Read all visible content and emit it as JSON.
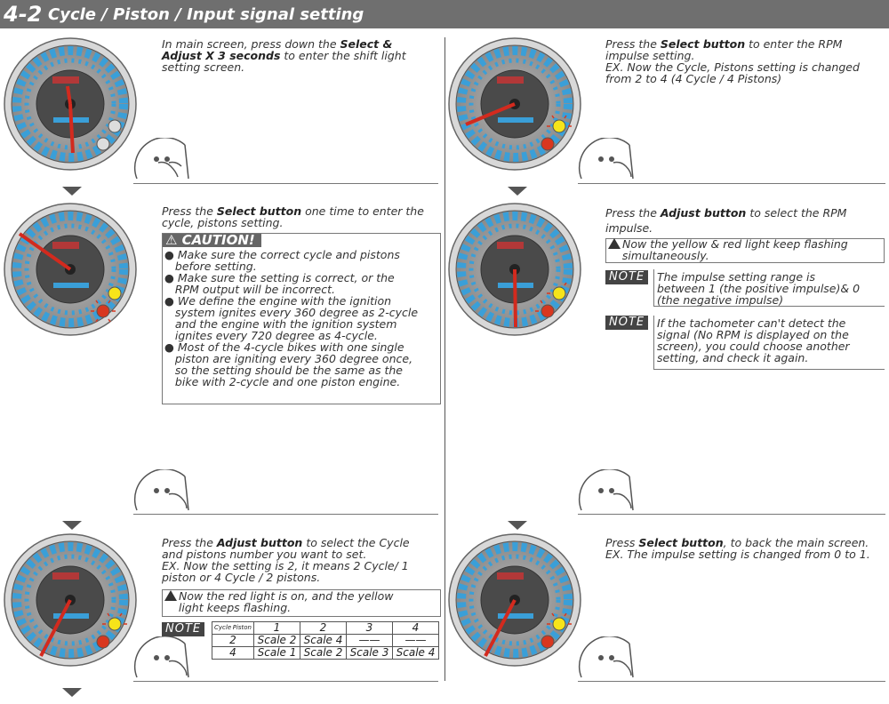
{
  "header": {
    "section_number": "4-2",
    "title": "Cycle / Piston / Input signal setting"
  },
  "step1": {
    "t1": "In main screen, press down the ",
    "b1": "Select &",
    "b2": "Adjust X 3 seconds",
    "t2": " to enter the shift light",
    "t3": "setting screen."
  },
  "step2": {
    "t1": "Press the ",
    "b1": "Select button",
    "t2": " one time to enter the",
    "t3": "cycle, pistons setting.",
    "caution_label": "CAUTION!",
    "bullets": [
      [
        "Make sure the correct cycle and pistons",
        "before setting."
      ],
      [
        "Make sure the setting is correct, or the",
        "RPM output will be incorrect."
      ],
      [
        "We define the engine with the ignition",
        "system ignites every 360 degree as 2-cycle",
        "and the engine with the ignition system",
        "ignites every 720 degree as 4-cycle."
      ],
      [
        "Most of the 4-cycle bikes with one single",
        "piston are igniting every 360 degree once,",
        "so the setting should be the same as the",
        "bike with 2-cycle and one piston engine."
      ]
    ]
  },
  "step3": {
    "t1": "Press the ",
    "b1": "Adjust button",
    "t2": " to select the Cycle",
    "t3": "and pistons number you want to set.",
    "t4": "EX. Now the setting is 2, it means 2 Cycle/ 1",
    "t5": "piston or 4 Cycle / 2 pistons.",
    "warning": [
      "Now the red light is on, and the yellow",
      "light keeps flashing."
    ],
    "note_label": "NOTE",
    "table": {
      "corner_top": "Piston",
      "corner_bottom": "Cycle",
      "columns": [
        "1",
        "2",
        "3",
        "4"
      ],
      "rows": [
        {
          "cycle": "2",
          "cells": [
            "Scale 2",
            "Scale 4",
            "——",
            "——"
          ]
        },
        {
          "cycle": "4",
          "cells": [
            "Scale 1",
            "Scale 2",
            "Scale 3",
            "Scale 4"
          ]
        }
      ]
    }
  },
  "step4": {
    "t1": "Press the ",
    "b1": "Select button",
    "t2": " to enter the RPM",
    "t3": "impulse setting.",
    "t4": "EX. Now the Cycle, Pistons setting is changed",
    "t5": "from 2 to 4 (4 Cycle / 4 Pistons)"
  },
  "step5": {
    "t1": "Press the ",
    "b1": "Adjust button",
    "t2": " to select the RPM",
    "t3": "impulse.",
    "warning": [
      "Now the yellow & red light keep flashing",
      "simultaneously."
    ],
    "note1_label": "NOTE",
    "note1": [
      "The impulse setting range is",
      "between 1 (the positive impulse)& 0",
      "(the negative impulse)"
    ],
    "note2_label": "NOTE",
    "note2": [
      "If the tachometer can't detect the",
      "signal (No RPM is displayed on the",
      "screen), you could choose another",
      "setting, and check it again."
    ]
  },
  "step6": {
    "t1": "Press ",
    "b1": "Select button",
    "t2": ", to back the main screen.",
    "t3": "EX. The impulse setting is changed from 0 to 1."
  },
  "colors": {
    "header_bg": "#6f6f6f",
    "gauge_blue": "#3a9fd8",
    "needle_red": "#d32a1e",
    "light_yellow": "#f6e41a",
    "light_red": "#d8371f"
  }
}
